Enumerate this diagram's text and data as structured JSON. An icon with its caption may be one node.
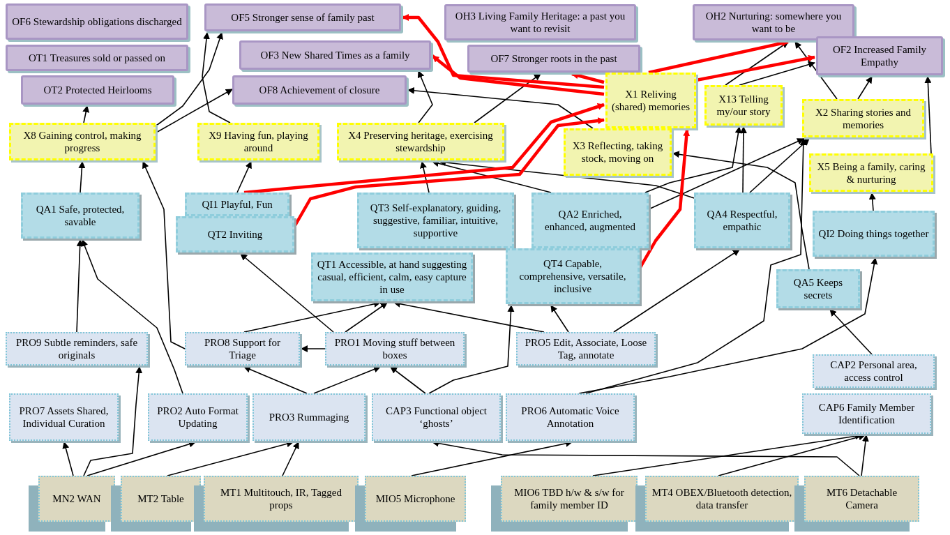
{
  "diagram": {
    "nodes": [
      {
        "text": [
          "OF6 Stewardship obligations discharged"
        ]
      },
      {
        "text": [
          "OT1 Treasures sold or passed on"
        ]
      },
      {
        "text": [
          "OT2 Protected Heirlooms"
        ]
      },
      {
        "text": [
          "OF5 Stronger sense of family past"
        ]
      },
      {
        "text": [
          "OF3 New Shared Times as a family"
        ]
      },
      {
        "text": [
          "OF8 Achievement of closure"
        ]
      },
      {
        "text": [
          "OH3 Living Family Heritage: a past you want to revisit"
        ]
      },
      {
        "text": [
          "OF7 Stronger roots in the past"
        ]
      },
      {
        "text": [
          "OH2 Nurturing: somewhere you want to be"
        ]
      },
      {
        "text": [
          "OF2 Increased Family Empathy"
        ]
      },
      {
        "text": [
          "X8 Gaining control, making progress"
        ]
      },
      {
        "text": [
          "X9 Having fun, playing around"
        ]
      },
      {
        "text": [
          "X4 Preserving heritage, exercising stewardship"
        ]
      },
      {
        "text": [
          "X1 Reliving (shared) memories"
        ]
      },
      {
        "text": [
          "X13 Telling my/our story"
        ]
      },
      {
        "text": [
          "X2 Sharing stories and memories"
        ]
      },
      {
        "text": [
          "X3 Reflecting, taking stock, moving on"
        ]
      },
      {
        "text": [
          "X5 Being a family, caring & nurturing"
        ]
      },
      {
        "text": [
          "QA1 Safe, protected, savable"
        ]
      },
      {
        "text": [
          "QI1 Playful, Fun"
        ]
      },
      {
        "text": [
          "QT2 Inviting"
        ]
      },
      {
        "text": [
          "QT3 Self-explanatory, guiding, suggestive, familiar, intuitive, supportive"
        ]
      },
      {
        "text": [
          "QA2 Enriched, enhanced, augmented"
        ]
      },
      {
        "text": [
          "QA4 Respectful, empathic"
        ]
      },
      {
        "text": [
          "QT1 Accessible, at hand suggesting casual, efficient, calm, easy capture in use"
        ]
      },
      {
        "text": [
          "QT4 Capable, comprehensive, versatile, inclusive"
        ]
      },
      {
        "text": [
          "QI2 Doing things together"
        ]
      },
      {
        "text": [
          "QA5 Keeps secrets"
        ]
      },
      {
        "text": [
          "PRO9 Subtle reminders, safe originals"
        ]
      },
      {
        "text": [
          "PRO8 Support for Triage"
        ]
      },
      {
        "text": [
          "PRO1 Moving stuff between boxes"
        ]
      },
      {
        "text": [
          "PRO5 Edit, Associate, Loose Tag, annotate"
        ]
      },
      {
        "text": [
          "CAP2 Personal area, access control"
        ]
      },
      {
        "text": [
          "PRO7 Assets Shared, Individual Curation"
        ]
      },
      {
        "text": [
          "PRO2 Auto Format Updating"
        ]
      },
      {
        "text": [
          "PRO3 Rummaging"
        ]
      },
      {
        "text": [
          "CAP3 Functional object ‘ghosts’"
        ]
      },
      {
        "text": [
          "PRO6 Automatic Voice Annotation"
        ]
      },
      {
        "text": [
          "CAP6 Family Member Identification"
        ]
      },
      {
        "text": [
          "MN2 WAN"
        ]
      },
      {
        "text": [
          "MT2 Table"
        ]
      },
      {
        "text": [
          "MT1 Multitouch, IR, Tagged props"
        ]
      },
      {
        "text": [
          "MIO5 Microphone"
        ]
      },
      {
        "text": [
          "MIO6 TBD h/w & s/w for family member ID"
        ]
      },
      {
        "text": [
          "MT4 OBEX/Bluetooth detection, data transfer"
        ]
      },
      {
        "text": [
          "MT6 Detachable Camera"
        ]
      }
    ],
    "edges": [
      {
        "from": 39,
        "to": 33,
        "arrow": "to"
      },
      {
        "from": 39,
        "to": 34,
        "arrow": "to"
      },
      {
        "from": 39,
        "to": 28,
        "arrow": "to"
      },
      {
        "from": 40,
        "to": 35,
        "arrow": "to"
      },
      {
        "from": 41,
        "to": 35,
        "arrow": "to"
      },
      {
        "from": 42,
        "to": 37,
        "arrow": "to"
      },
      {
        "from": 43,
        "to": 38,
        "arrow": "to"
      },
      {
        "from": 44,
        "to": 38,
        "arrow": "to"
      },
      {
        "from": 45,
        "to": 38,
        "arrow": "to"
      },
      {
        "from": 45,
        "to": 36,
        "arrow": "to"
      },
      {
        "from": 35,
        "to": 29,
        "arrow": "to"
      },
      {
        "from": 35,
        "to": 30,
        "arrow": "to"
      },
      {
        "from": 36,
        "to": 30,
        "arrow": "to"
      },
      {
        "from": 36,
        "to": 25,
        "arrow": "to"
      },
      {
        "from": 34,
        "to": 18,
        "arrow": "to"
      },
      {
        "from": 37,
        "to": 26,
        "arrow": "to"
      },
      {
        "from": 37,
        "to": 15,
        "arrow": "to"
      },
      {
        "from": 32,
        "to": 27,
        "arrow": "to"
      },
      {
        "from": 30,
        "to": 29,
        "arrow": "to"
      },
      {
        "from": 30,
        "to": 20,
        "arrow": "to"
      },
      {
        "from": 30,
        "to": 24,
        "arrow": "to"
      },
      {
        "from": 29,
        "to": 24,
        "arrow": "to"
      },
      {
        "from": 31,
        "to": 24,
        "arrow": "to"
      },
      {
        "from": 31,
        "to": 25,
        "arrow": "to"
      },
      {
        "from": 31,
        "to": 23,
        "arrow": "to"
      },
      {
        "from": 28,
        "to": 18,
        "arrow": "to"
      },
      {
        "from": 29,
        "to": 10,
        "arrow": "to"
      },
      {
        "from": 27,
        "to": 16,
        "arrow": "to"
      },
      {
        "from": 18,
        "to": 10,
        "arrow": "to"
      },
      {
        "from": 19,
        "to": 11,
        "arrow": "to"
      },
      {
        "from": 21,
        "to": 12,
        "arrow": "to"
      },
      {
        "from": 22,
        "to": 12,
        "arrow": "to"
      },
      {
        "from": 23,
        "to": 12,
        "arrow": "to"
      },
      {
        "from": 22,
        "to": 14,
        "arrow": "to"
      },
      {
        "from": 22,
        "to": 15,
        "arrow": "to"
      },
      {
        "from": 23,
        "to": 14,
        "arrow": "to"
      },
      {
        "from": 23,
        "to": 15,
        "arrow": "to"
      },
      {
        "from": 26,
        "to": 17,
        "arrow": "to"
      },
      {
        "from": 17,
        "to": 9,
        "arrow": "to"
      },
      {
        "from": 10,
        "to": 2,
        "arrow": "to"
      },
      {
        "from": 10,
        "to": 3,
        "arrow": "to"
      },
      {
        "from": 10,
        "to": 5,
        "arrow": "to"
      },
      {
        "from": 11,
        "to": 3,
        "arrow": "to"
      },
      {
        "from": 12,
        "to": 4,
        "arrow": "to"
      },
      {
        "from": 12,
        "to": 7,
        "arrow": "to"
      },
      {
        "from": 16,
        "to": 5,
        "arrow": "to"
      },
      {
        "from": 14,
        "to": 8,
        "arrow": "to"
      },
      {
        "from": 14,
        "to": 9,
        "arrow": "to"
      },
      {
        "from": 15,
        "to": 8,
        "arrow": "to"
      },
      {
        "from": 15,
        "to": 9,
        "arrow": "to"
      },
      {
        "from": 19,
        "to": 13,
        "arrow": "to",
        "style": "thick",
        "color": "#ff0000"
      },
      {
        "from": 20,
        "to": 13,
        "arrow": "to",
        "style": "thick",
        "color": "#ff0000"
      },
      {
        "from": 25,
        "to": 13,
        "arrow": "to",
        "style": "thick",
        "color": "#ff0000"
      },
      {
        "from": 13,
        "to": 3,
        "arrow": "to",
        "style": "thick",
        "color": "#ff0000"
      },
      {
        "from": 13,
        "to": 4,
        "arrow": "to",
        "style": "thick",
        "color": "#ff0000"
      },
      {
        "from": 13,
        "to": 7,
        "arrow": "to",
        "style": "thick",
        "color": "#ff0000"
      },
      {
        "from": 13,
        "to": 8,
        "arrow": "to",
        "style": "thick",
        "color": "#ff0000"
      },
      {
        "from": 13,
        "to": 9,
        "arrow": "to",
        "style": "thick",
        "color": "#ff0000"
      }
    ]
  }
}
